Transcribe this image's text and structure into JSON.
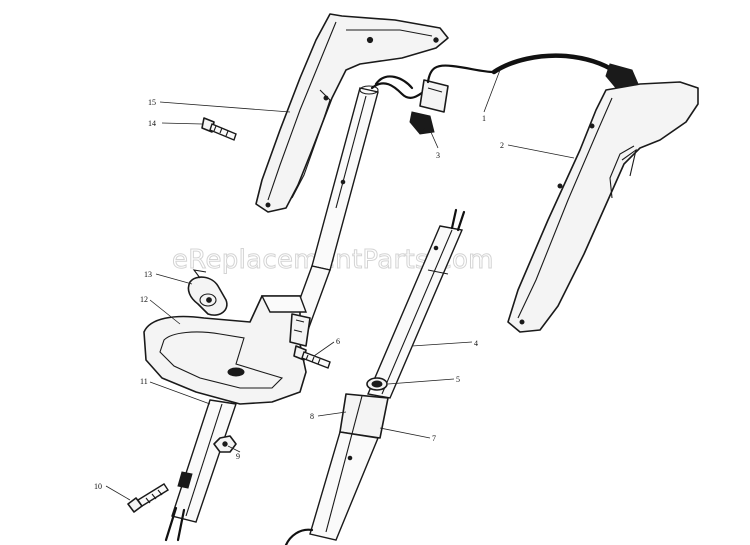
{
  "watermark": "eReplacementParts.com",
  "callouts": {
    "c1": "1",
    "c2": "2",
    "c3": "3",
    "c4": "4",
    "c5": "5",
    "c6": "6",
    "c7": "7",
    "c8": "8",
    "c9": "9",
    "c10": "10",
    "c11": "11",
    "c12": "12",
    "c13": "13",
    "c14": "14",
    "c15": "15"
  }
}
